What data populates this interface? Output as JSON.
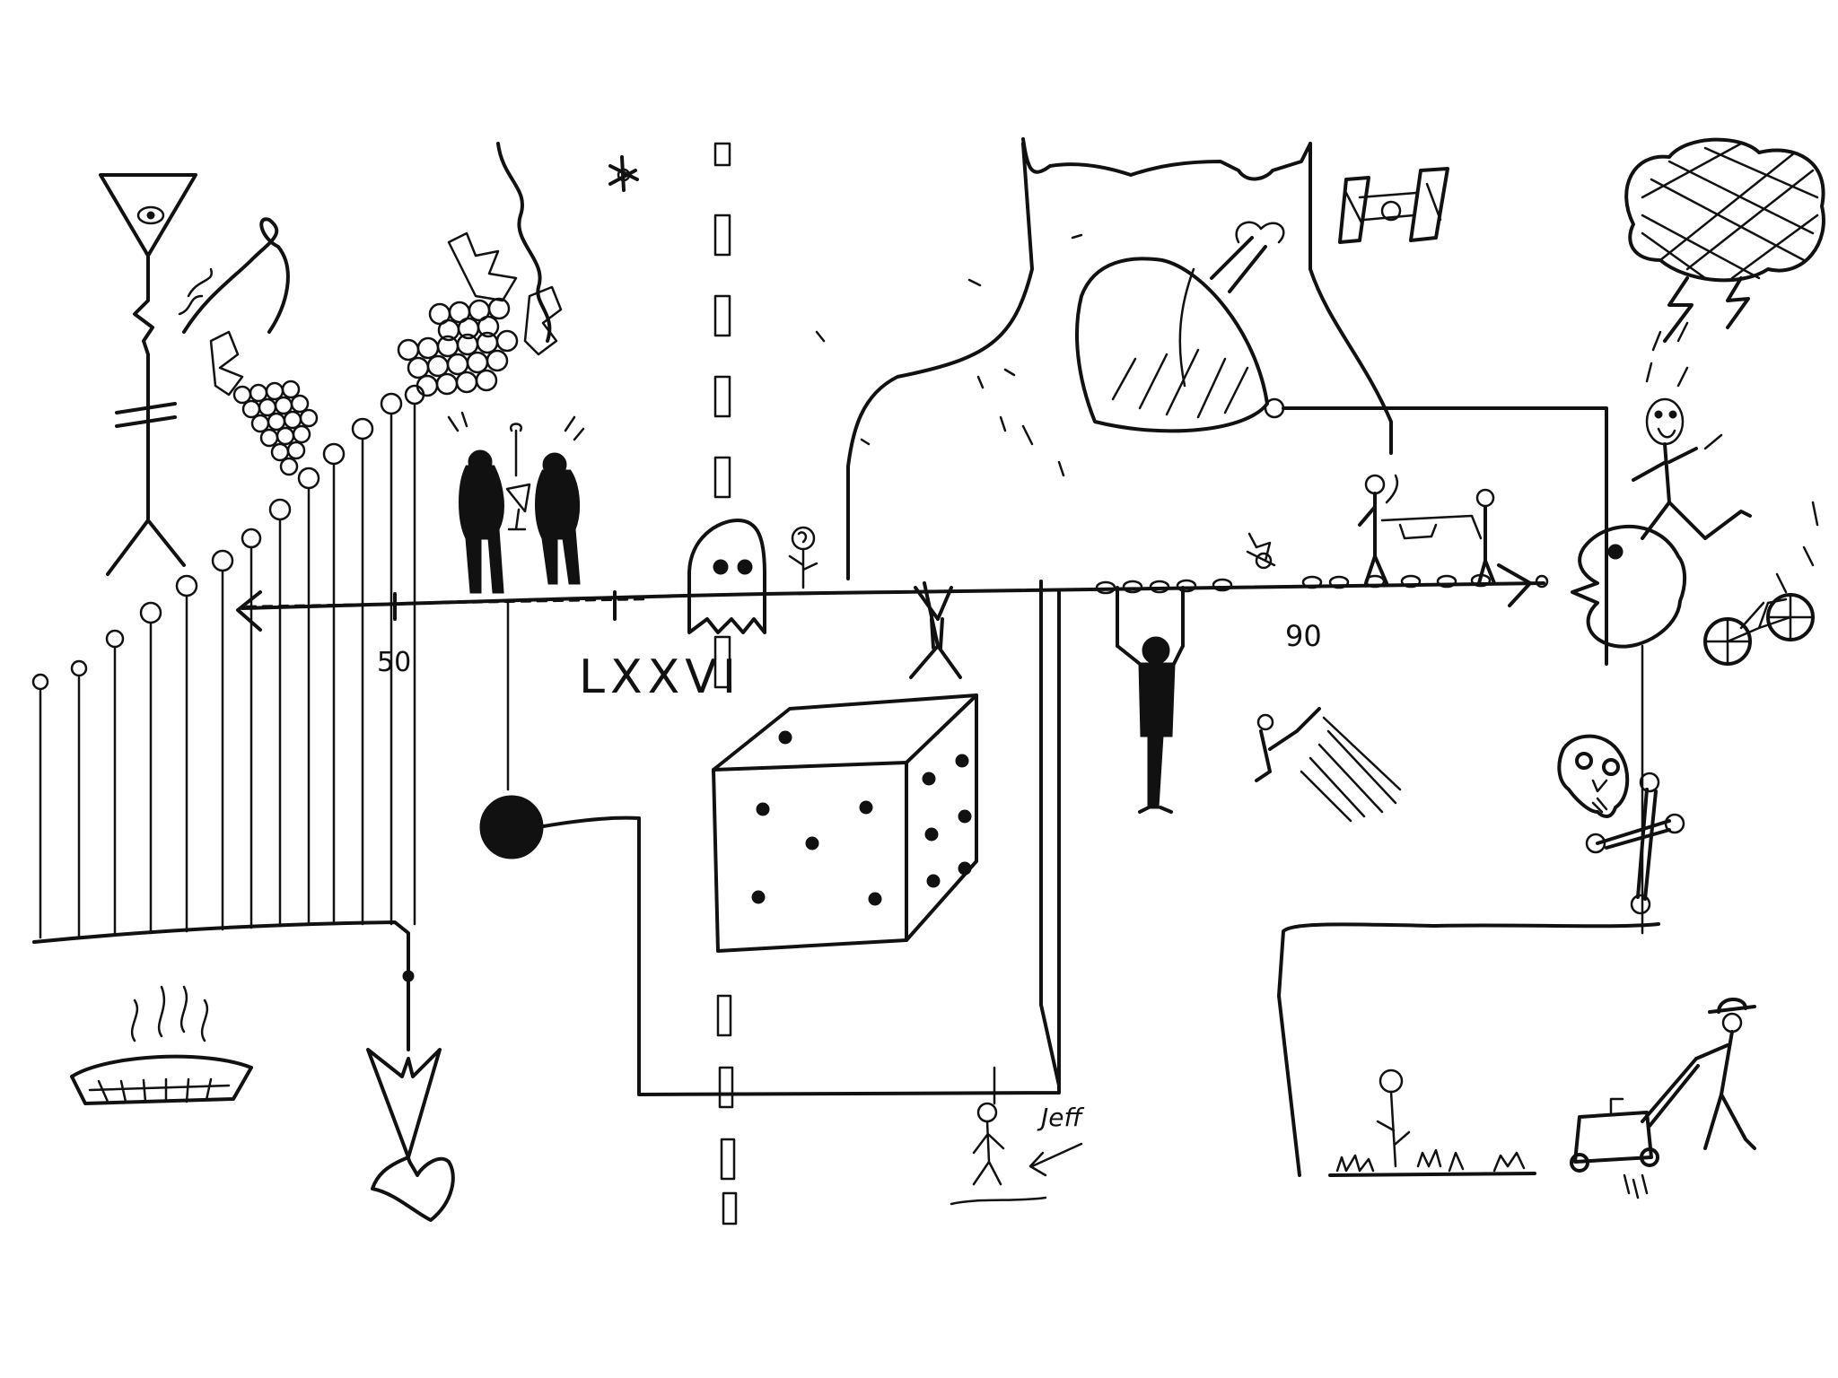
{
  "labels": {
    "roman_numeral": "LXXVI",
    "number_50": "50",
    "number_90": "90",
    "name_jeff": "Jeff"
  },
  "colors": {
    "ink": "#111111",
    "paper": "#ffffff"
  }
}
